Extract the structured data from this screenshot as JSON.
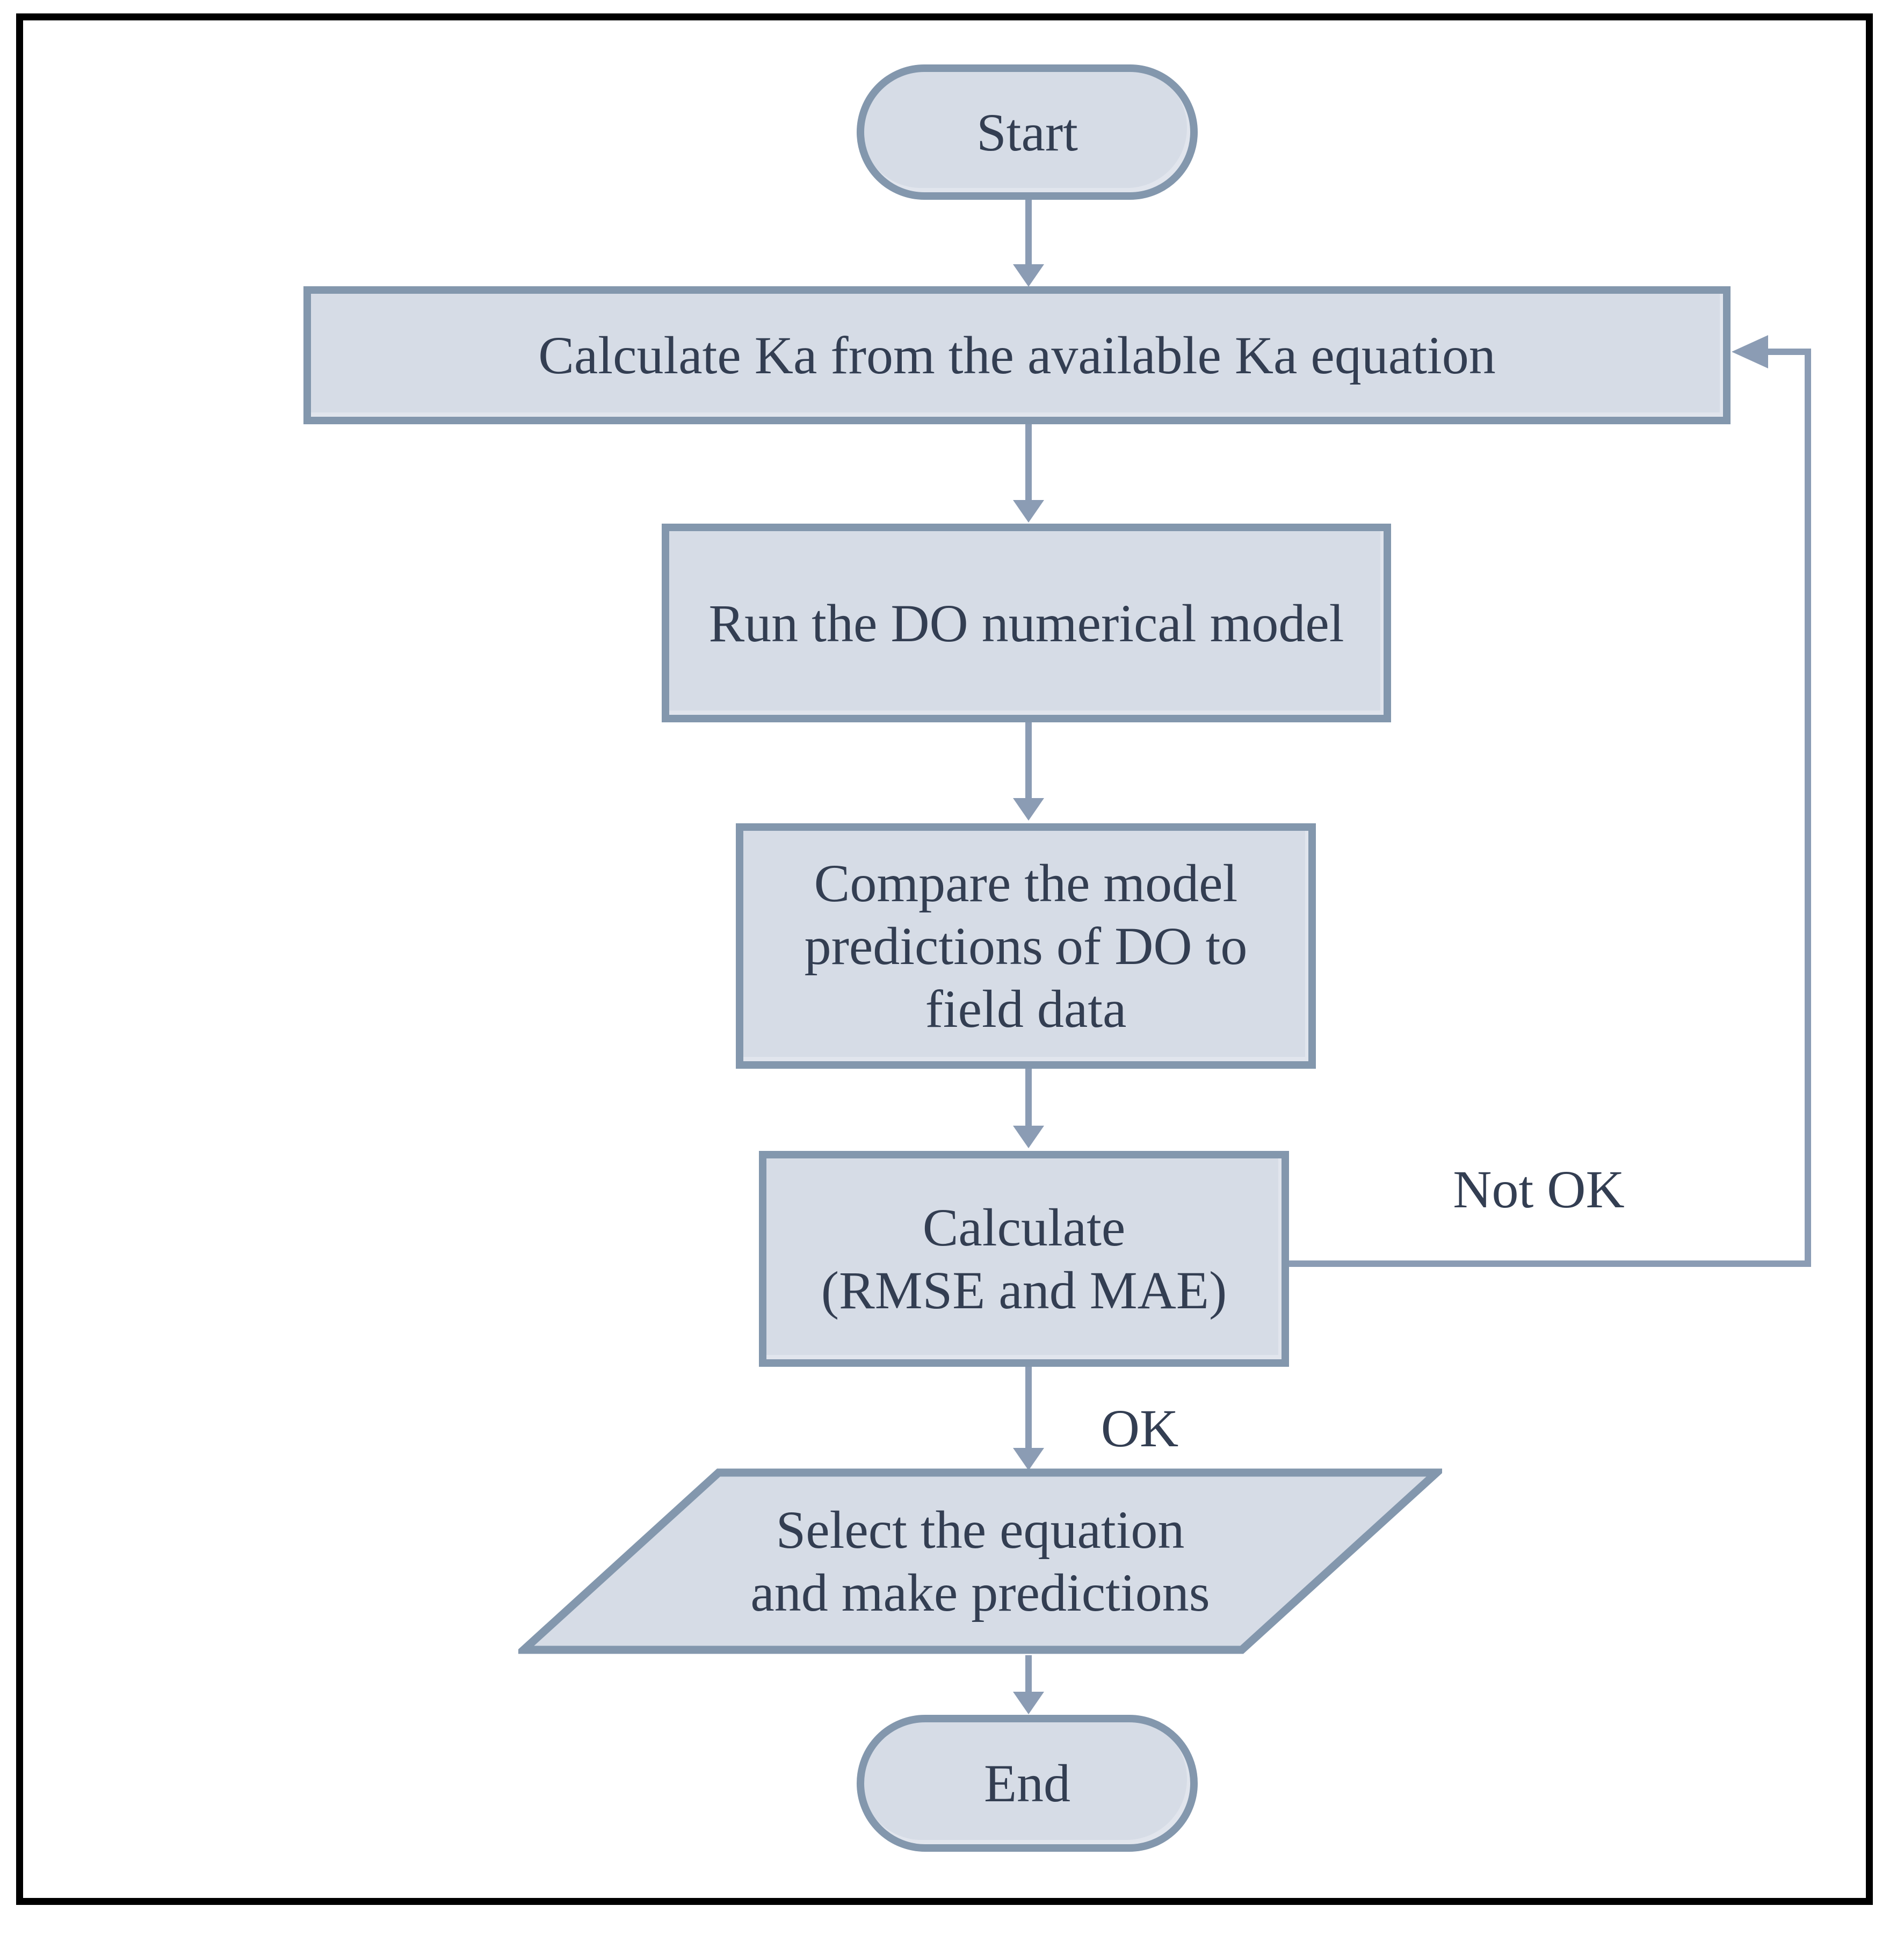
{
  "diagram": {
    "type": "flowchart",
    "colors": {
      "background": "#ffffff",
      "frame": "#000000",
      "node-fill": "#d6dce6",
      "node-border": "#8397ad",
      "arrow": "#8b9cb4",
      "text": "#333e52"
    },
    "nodes": [
      {
        "id": "start",
        "shape": "terminator",
        "label": "Start"
      },
      {
        "id": "calculate-ka",
        "shape": "process",
        "label": "Calculate Ka from the available Ka equation"
      },
      {
        "id": "run-model",
        "shape": "process",
        "label": "Run the DO numerical model"
      },
      {
        "id": "compare-predictions",
        "shape": "process",
        "label": "Compare the model\npredictions of DO to\nfield data"
      },
      {
        "id": "calculate-errors",
        "shape": "process",
        "label": "Calculate\n(RMSE and MAE)"
      },
      {
        "id": "select-equation",
        "shape": "input-output",
        "label": "Select the equation\nand make predictions"
      },
      {
        "id": "end",
        "shape": "terminator",
        "label": "End"
      }
    ],
    "edges": [
      {
        "from": "start",
        "to": "calculate-ka",
        "label": ""
      },
      {
        "from": "calculate-ka",
        "to": "run-model",
        "label": ""
      },
      {
        "from": "run-model",
        "to": "compare-predictions",
        "label": ""
      },
      {
        "from": "compare-predictions",
        "to": "calculate-errors",
        "label": ""
      },
      {
        "from": "calculate-errors",
        "to": "select-equation",
        "label": "OK"
      },
      {
        "from": "select-equation",
        "to": "end",
        "label": ""
      },
      {
        "from": "calculate-errors",
        "to": "calculate-ka",
        "label": "Not OK"
      }
    ]
  }
}
